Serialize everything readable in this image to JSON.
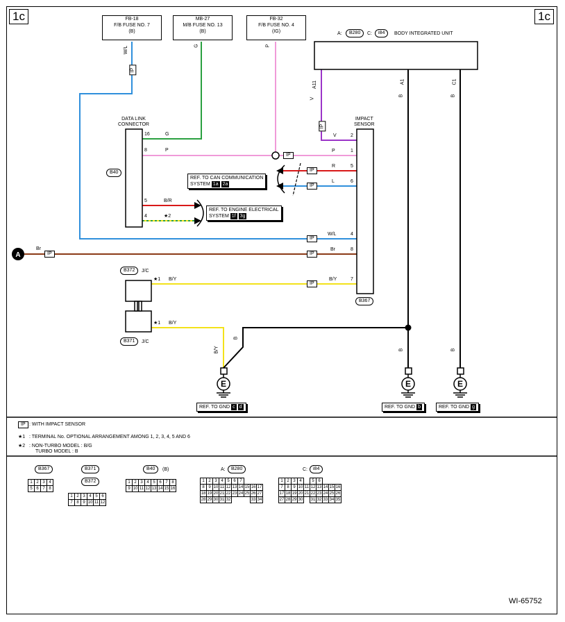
{
  "page": {
    "section_left": "1c",
    "section_right": "1c",
    "figure_id": "WI-65752"
  },
  "fuses": {
    "fb18": {
      "code": "FB-18",
      "name": "F/B FUSE NO. 7",
      "power": "(B)"
    },
    "mb27": {
      "code": "MB-27",
      "name": "M/B FUSE NO. 13",
      "power": "(B)"
    },
    "fb32": {
      "code": "FB-32",
      "name": "F/B FUSE NO. 4",
      "power": "(IG)"
    }
  },
  "body_unit": {
    "prefix_a": "A:",
    "conn_a": "B280",
    "prefix_c": "C:",
    "conn_c": "i84",
    "name": "BODY INTEGRATED UNIT"
  },
  "dlc": {
    "title1": "DATA LINK",
    "title2": "CONNECTOR",
    "conn": "B40"
  },
  "impact": {
    "title1": "IMPACT",
    "title2": "SENSOR",
    "conn": "B367"
  },
  "wires": {
    "wl": "W/L",
    "g": "G",
    "p": "P",
    "v": "V",
    "a11": "A11",
    "a1": "A1",
    "c1": "C1",
    "b": "B",
    "r": "R",
    "l": "L",
    "br_wire": "B/R",
    "br": "Br",
    "by": "B/Y"
  },
  "pin_numbers": {
    "dlc": [
      "16",
      "8",
      "5",
      "4"
    ],
    "sensor": [
      "2",
      "1",
      "5",
      "6",
      "4",
      "8",
      "7"
    ]
  },
  "ip_label": "IP",
  "refs": {
    "can": {
      "line1": "REF. TO CAN COMMUNICATION",
      "line2": "SYSTEM",
      "k1": "1a",
      "k2": "2a"
    },
    "engine": {
      "line1": "REF. TO ENGINE ELECTRICAL",
      "line2": "SYSTEM",
      "k1": "1f",
      "k2": "3g"
    },
    "gnd1": {
      "text": "REF. TO GND",
      "k1": "c",
      "k2": "d"
    },
    "gnd2": {
      "text": "REF. TO GND",
      "k1": "b"
    },
    "gnd3": {
      "text": "REF. TO GND",
      "k1": "g"
    }
  },
  "star2": "★2",
  "star1": "★1",
  "point_a": "A",
  "jc": {
    "b372": "B372",
    "b371": "B371",
    "label": "J/C"
  },
  "ground_symbol": "E",
  "legend": {
    "ip_text": ": WITH IMPACT SENSOR",
    "star1_label": "★1",
    "star1_text": ": TERMINAL No. OPTIONAL ARRANGEMENT AMONG 1, 2, 3, 4, 5 AND 6",
    "star2_label": "★2",
    "star2_text": ": NON-TURBO MODEL  : B/G",
    "star2_text2": "TURBO MODEL  : B"
  },
  "connectors": {
    "b367": {
      "name": "B367",
      "rows": [
        [
          "1",
          "2",
          "3",
          "4"
        ],
        [
          "5",
          "6",
          "7",
          "8"
        ]
      ]
    },
    "b371": {
      "name": "B371"
    },
    "b372": {
      "name": "B372",
      "rows": [
        [
          "1",
          "2",
          "3",
          "4",
          "5",
          "6"
        ],
        [
          "7",
          "8",
          "9",
          "10",
          "11",
          "12"
        ]
      ]
    },
    "b40": {
      "name": "B40",
      "suffix": "(B)",
      "rows": [
        [
          "1",
          "2",
          "3",
          "4",
          "5",
          "6",
          "7",
          "8"
        ],
        [
          "9",
          "10",
          "11",
          "12",
          "13",
          "14",
          "15",
          "16"
        ]
      ]
    },
    "b280": {
      "prefix": "A:",
      "name": "B280",
      "rows": [
        [
          "1",
          "2",
          "3",
          "4",
          "5",
          "6",
          "7"
        ],
        [
          "8",
          "9",
          "10",
          "11",
          "12",
          "13",
          "14",
          "15",
          "16",
          "17"
        ],
        [
          "18",
          "19",
          "20",
          "21",
          "22",
          "23",
          "24",
          "25",
          "26",
          "27"
        ],
        [
          "28",
          "29",
          "30",
          "31",
          "32",
          "",
          "",
          "",
          "33",
          "34"
        ]
      ]
    },
    "i84": {
      "prefix": "C:",
      "name": "i84",
      "rows": [
        [
          "1",
          "2",
          "3",
          "4",
          "",
          "5",
          "6"
        ],
        [
          "7",
          "8",
          "9",
          "10",
          "11",
          "12",
          "13",
          "14",
          "15",
          "16"
        ],
        [
          "17",
          "18",
          "19",
          "20",
          "21",
          "22",
          "23",
          "24",
          "25",
          "26"
        ],
        [
          "27",
          "28",
          "29",
          "30",
          "",
          "31",
          "32",
          "33",
          "34",
          "35"
        ]
      ]
    }
  },
  "colors": {
    "wl": "#2f8fdc",
    "g": "#2aa040",
    "p": "#f09ad8",
    "v": "#9b34c8",
    "r": "#d81818",
    "l": "#2f8fdc",
    "br": "#8a3a16",
    "by": "#f3e21a",
    "b": "#000000",
    "bg_dash": "#2aa040"
  }
}
